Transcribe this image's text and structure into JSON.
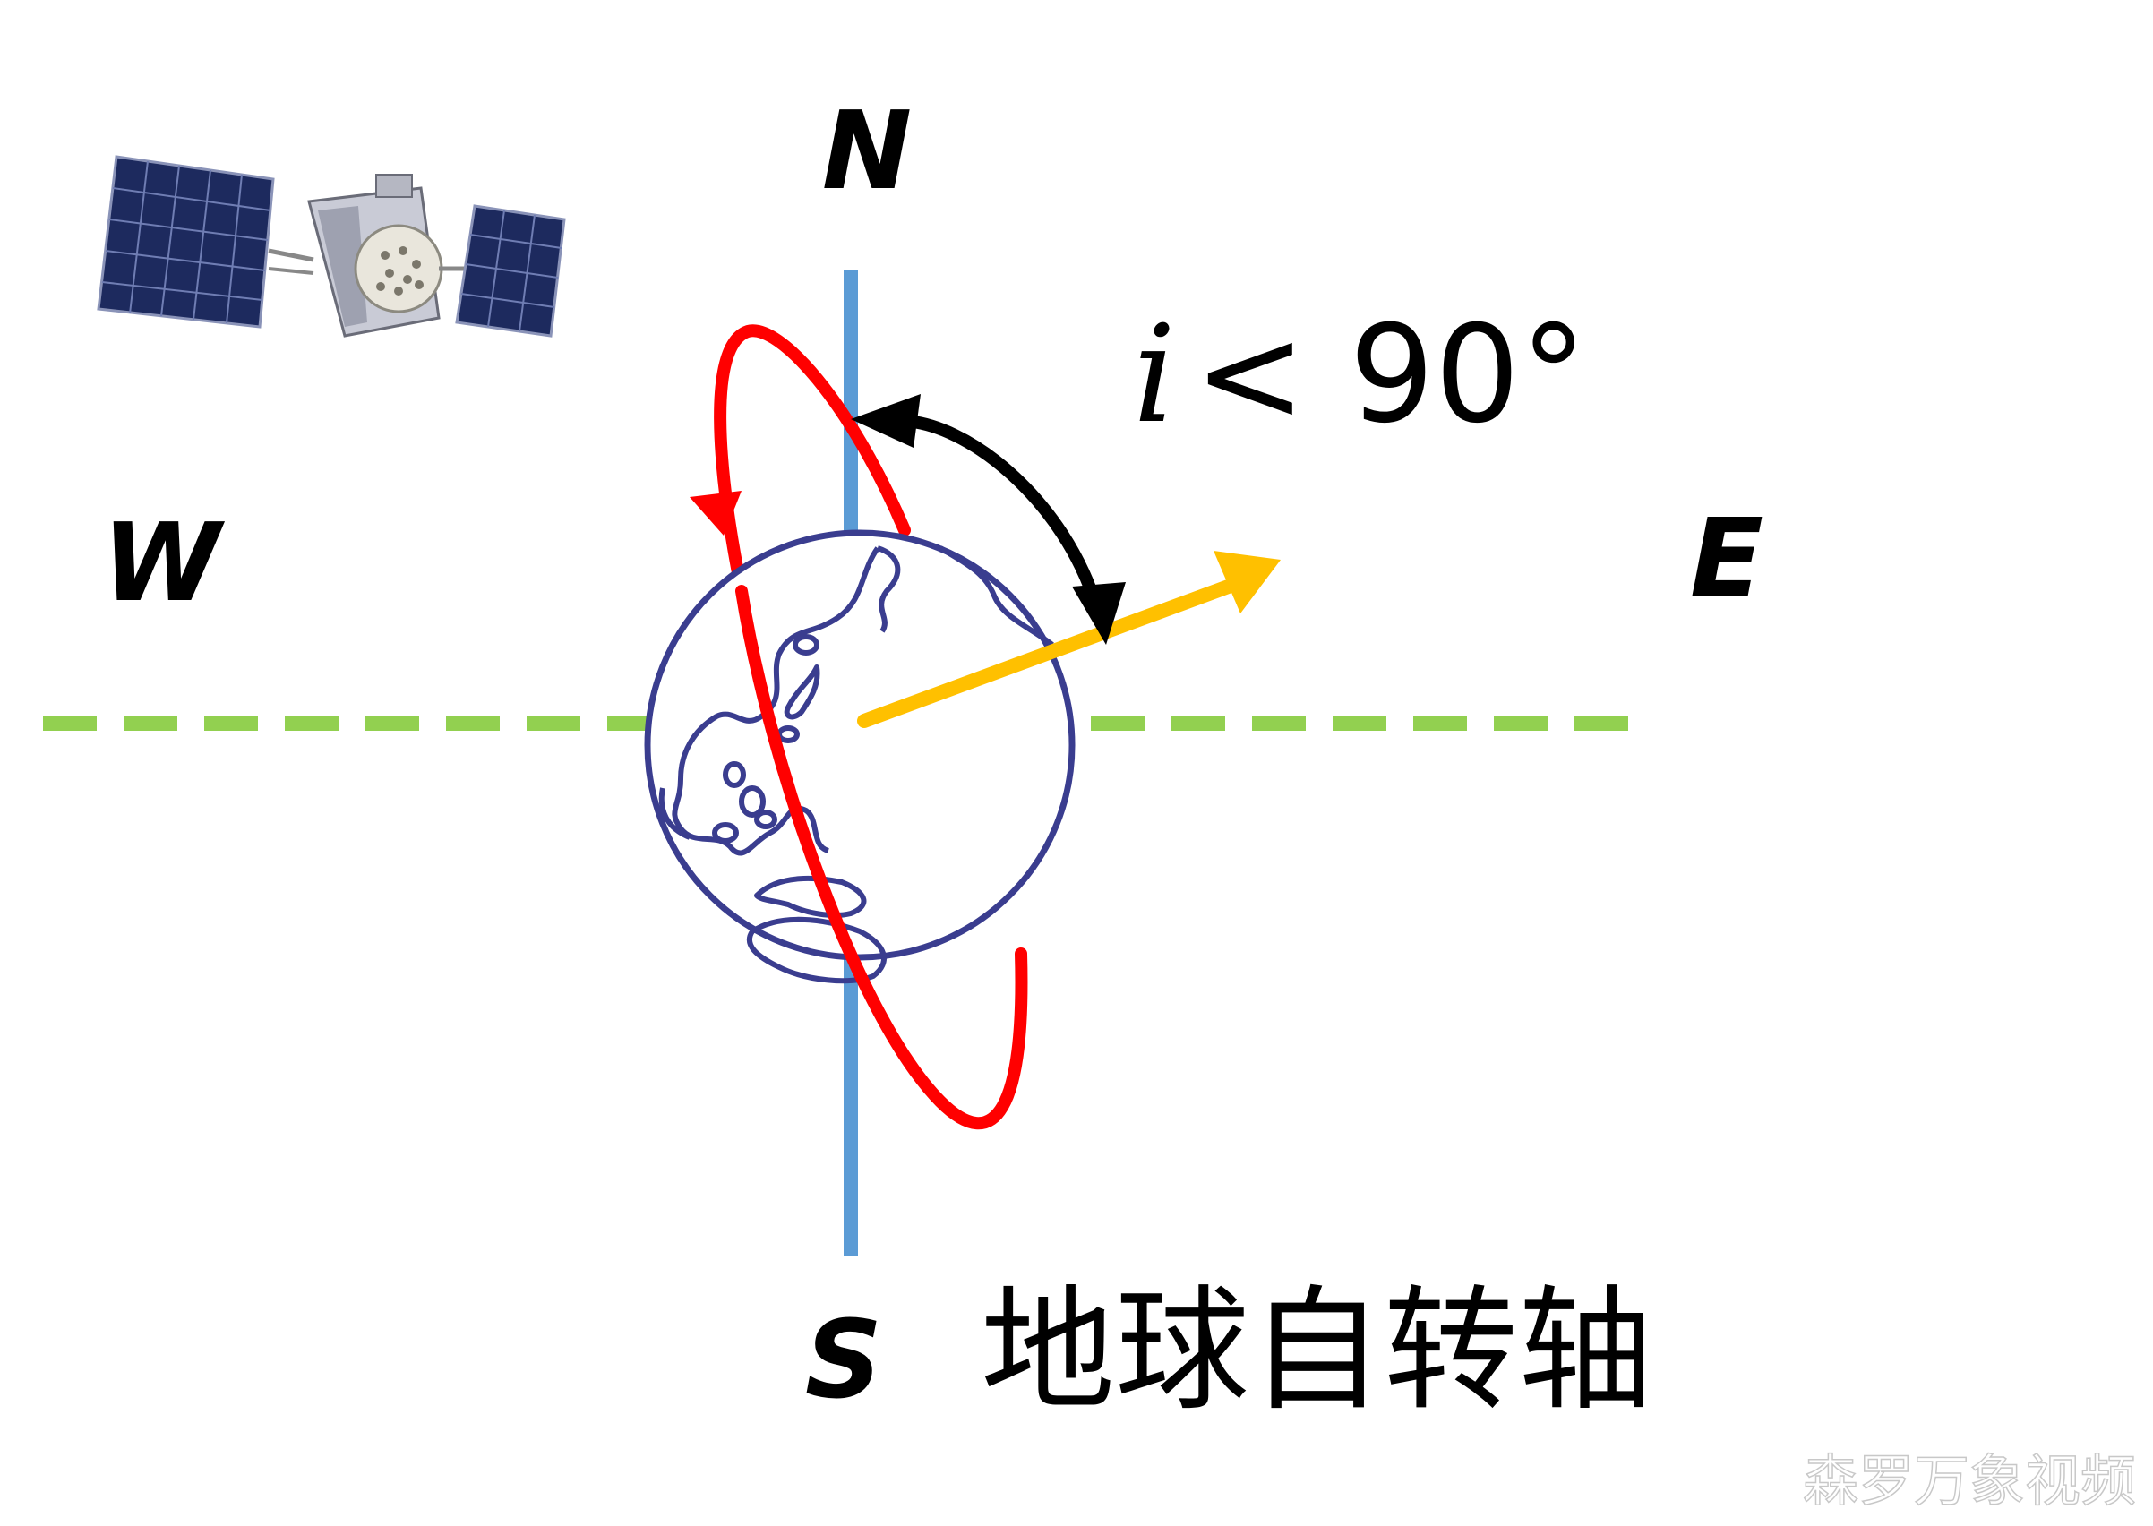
{
  "labels": {
    "north": "N",
    "south": "S",
    "west": "W",
    "east": "E"
  },
  "inclination": {
    "variable": "i",
    "relation": "< 90°"
  },
  "axis_label": "地球自转轴",
  "watermark": "森罗万象视频",
  "icons": {
    "satellite": "satellite-icon",
    "earth": "globe-icon"
  },
  "colors": {
    "rotation_axis": "#5B9BD5",
    "equator": "#92D050",
    "orbit": "#FF0000",
    "orbit_direction": "#FFC000",
    "angle_arc": "#000000",
    "earth_outline": "#3A3D8F"
  }
}
